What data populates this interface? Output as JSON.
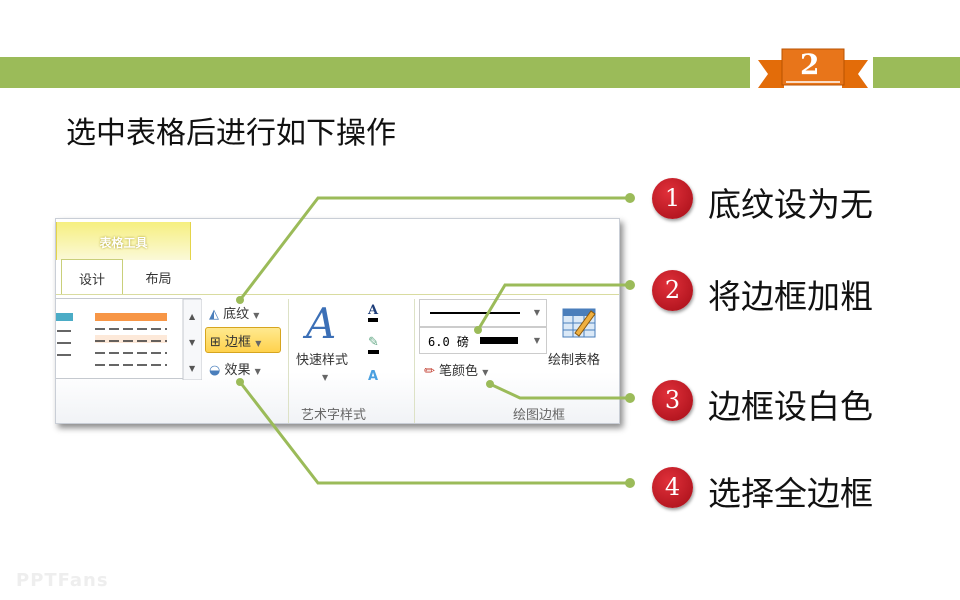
{
  "slide": {
    "number": "2",
    "title": "选中表格后进行如下操作",
    "watermark": "PPTFans",
    "accent": "#9bbb59",
    "badge_color": "#e36c09"
  },
  "ribbon": {
    "context_tab": "表格工具",
    "tabs": [
      "设计",
      "布局"
    ],
    "shading": "底纹",
    "borders": "边框",
    "effects": "效果",
    "quick_styles": "快速样式",
    "wordart_group": "艺术字样式",
    "line_weight": "6.0 磅",
    "pen_color": "笔颜色",
    "draw_table": "绘制表格",
    "draw_borders_group": "绘图边框"
  },
  "callouts": [
    {
      "num": "1",
      "text": "底纹设为无"
    },
    {
      "num": "2",
      "text": "将边框加粗"
    },
    {
      "num": "3",
      "text": "边框设白色"
    },
    {
      "num": "4",
      "text": "选择全边框"
    }
  ]
}
